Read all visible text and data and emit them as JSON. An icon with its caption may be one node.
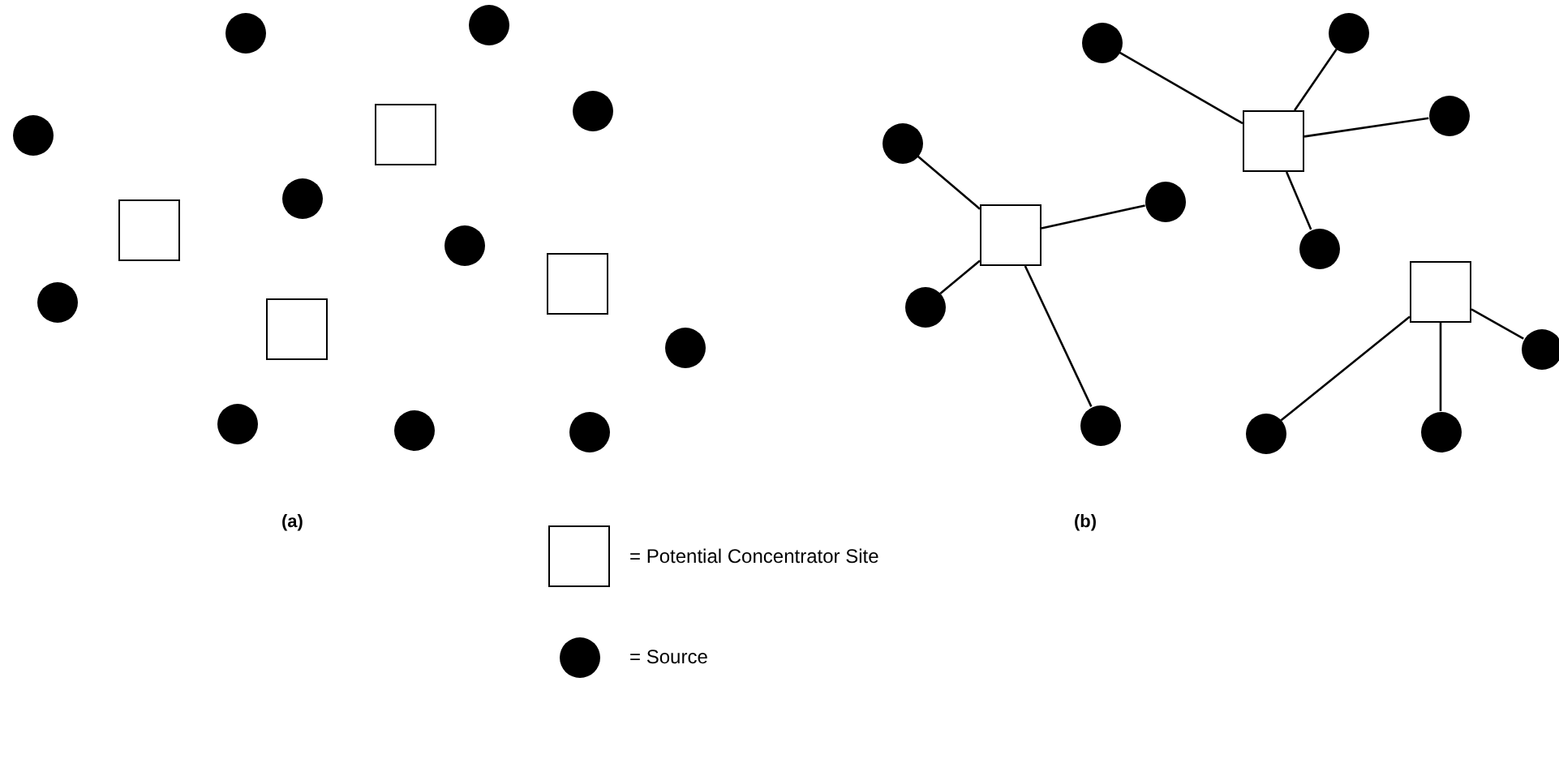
{
  "diagram": {
    "nodes": [
      {
        "text": [],
        "shape": "circle"
      },
      {
        "text": [],
        "shape": "circle"
      },
      {
        "text": [],
        "shape": "box"
      },
      {
        "text": [],
        "shape": "circle"
      },
      {
        "text": [],
        "shape": "circle"
      },
      {
        "text": [],
        "shape": "box"
      },
      {
        "text": [],
        "shape": "circle"
      },
      {
        "text": [],
        "shape": "box"
      },
      {
        "text": [],
        "shape": "circle"
      },
      {
        "text": [],
        "shape": "circle"
      },
      {
        "text": [],
        "shape": "circle"
      },
      {
        "text": [],
        "shape": "box"
      },
      {
        "text": [],
        "shape": "circle"
      },
      {
        "text": [],
        "shape": "circle"
      },
      {
        "text": [],
        "shape": "circle"
      },
      {
        "text": [],
        "shape": "circle"
      },
      {
        "text": [],
        "shape": "circle"
      },
      {
        "text": [],
        "shape": "box"
      },
      {
        "text": [],
        "shape": "circle"
      },
      {
        "text": [],
        "shape": "circle"
      },
      {
        "text": [],
        "shape": "circle"
      },
      {
        "text": [],
        "shape": "circle"
      },
      {
        "text": [],
        "shape": "box"
      },
      {
        "text": [],
        "shape": "circle"
      },
      {
        "text": [],
        "shape": "circle"
      },
      {
        "text": [],
        "shape": "box"
      },
      {
        "text": [],
        "shape": "circle"
      },
      {
        "text": [],
        "shape": "circle"
      },
      {
        "text": [],
        "shape": "circle"
      }
    ],
    "edges": [
      {
        "from": 17,
        "to": 15,
        "arrow": "none"
      },
      {
        "from": 17,
        "to": 16,
        "arrow": "none"
      },
      {
        "from": 17,
        "to": 18,
        "arrow": "none"
      },
      {
        "from": 17,
        "to": 20,
        "arrow": "none"
      },
      {
        "from": 22,
        "to": 19,
        "arrow": "none"
      },
      {
        "from": 22,
        "to": 24,
        "arrow": "none"
      },
      {
        "from": 22,
        "to": 27,
        "arrow": "none"
      },
      {
        "from": 22,
        "to": 23,
        "arrow": "none"
      },
      {
        "from": 25,
        "to": 28,
        "arrow": "none"
      },
      {
        "from": 25,
        "to": 26,
        "arrow": "none"
      },
      {
        "from": 25,
        "to": 21,
        "arrow": "none"
      }
    ],
    "labels": [
      "(a)",
      "(b)"
    ],
    "legend": [
      {
        "text": "= Potential Concentrator Site"
      },
      {
        "text": "= Source"
      }
    ]
  }
}
